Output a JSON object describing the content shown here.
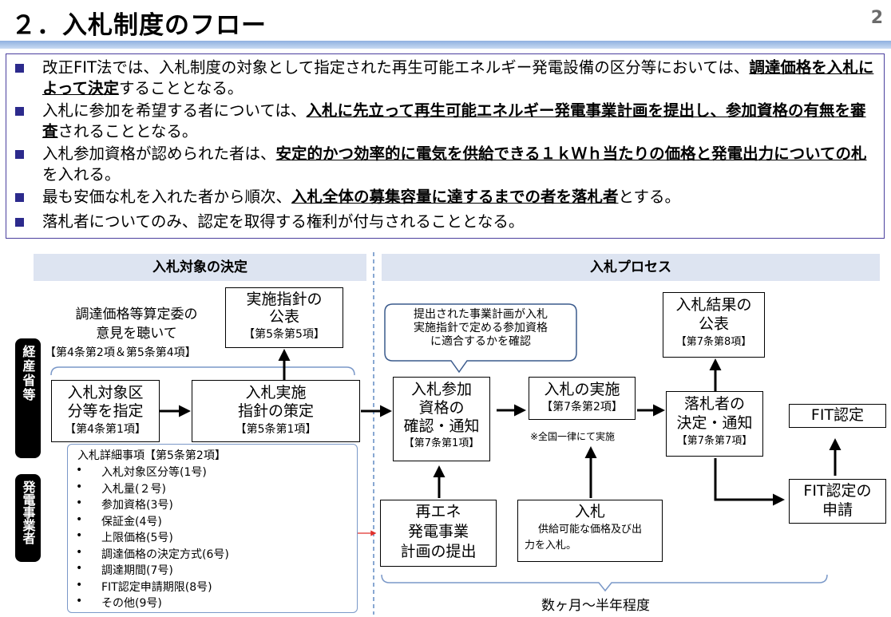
{
  "header": {
    "title": "２．入札制度のフロー",
    "page_number": "2"
  },
  "summary": [
    {
      "parts": [
        {
          "t": "改正FIT法では、入札制度の対象として指定された再生可能エネルギー発電設備の区分等においては、",
          "u": false
        },
        {
          "t": "調達価格を入札によって決定",
          "u": true
        },
        {
          "t": "することとなる。",
          "u": false
        }
      ]
    },
    {
      "parts": [
        {
          "t": "入札に参加を希望する者については、",
          "u": false
        },
        {
          "t": "入札に先立って再生可能エネルギー発電事業計画を提出し、参加資格の有無を審査",
          "u": true
        },
        {
          "t": "されることとなる。",
          "u": false
        }
      ]
    },
    {
      "parts": [
        {
          "t": "入札参加資格が認められた者は、",
          "u": false
        },
        {
          "t": "安定的かつ効率的に電気を供給できる１ｋＷｈ当たりの価格と発電出力についての札",
          "u": true
        },
        {
          "t": "を入れる。",
          "u": false
        }
      ]
    },
    {
      "parts": [
        {
          "t": "最も安価な札を入れた者から順次、",
          "u": false
        },
        {
          "t": "入札全体の募集容量に達するまでの者を落札者",
          "u": true
        },
        {
          "t": "とする。",
          "u": false
        }
      ]
    },
    {
      "parts": [
        {
          "t": "落札者についてのみ、認定を取得する権利が付与されることとなる。",
          "u": false
        }
      ]
    }
  ],
  "sections": {
    "left": "入札対象の決定",
    "right": "入札プロセス"
  },
  "actors": {
    "meti": "経産省等",
    "generator": "発電事業者"
  },
  "committee": {
    "line1": "調達価格等算定委の",
    "line2": "意見を聴いて",
    "article": "【第4条第2項＆第5条第4項】"
  },
  "boxes": {
    "designate": {
      "line1": "入札対象区",
      "line2": "分等を指定",
      "article": "【第4条第1項】"
    },
    "policy": {
      "line1": "入札実施",
      "line2": "指針の策定",
      "article": "【第5条第1項】"
    },
    "publish_policy": {
      "line1": "実施指針の",
      "line2": "公表",
      "article": "【第5条第5項】"
    },
    "qualify": {
      "line1": "入札参加",
      "line2": "資格の",
      "line3": "確認・通知",
      "article": "【第7条第1項】"
    },
    "conduct": {
      "line1": "入札の実施",
      "article": "【第7条第2項】",
      "note": "※全国一律にて実施"
    },
    "winner": {
      "line1": "落札者の",
      "line2": "決定・通知",
      "article": "【第7条第7項】"
    },
    "publish_result": {
      "line1": "入札結果の",
      "line2": "公表",
      "article": "【第7条第8項】"
    },
    "fit_cert": {
      "line1": "FIT認定"
    },
    "fit_apply": {
      "line1": "FIT認定の",
      "line2": "申請"
    },
    "submit_plan": {
      "line1": "再エネ",
      "line2": "発電事業",
      "line3": "計画の提出"
    },
    "bid": {
      "line1": "入札",
      "desc1": "供給可能な価格及び出",
      "desc2": "力を入札。"
    }
  },
  "callout": {
    "line1": "提出された事業計画が入札",
    "line2": "実施指針で定める参加資格",
    "line3": "に適合するかを確認"
  },
  "details": {
    "heading": "入札詳細事項【第5条第2項】",
    "bullet": "•",
    "items": [
      "入札対象区分等(1号)",
      "入札量(２号)",
      "参加資格(3号)",
      "保証金(4号)",
      "上限価格(5号)",
      "調達価格の決定方式(6号)",
      "調達期間(7号)",
      "FIT認定申請期限(8号)",
      "その他(9号)"
    ]
  },
  "duration": "数ヶ月～半年程度",
  "colors": {
    "bullet": "#2c2a8c",
    "summary_border": "#4a3f9e",
    "section_bg": "#dde4f1",
    "red_link": "#e0302c",
    "divider": "#3a6db5"
  }
}
